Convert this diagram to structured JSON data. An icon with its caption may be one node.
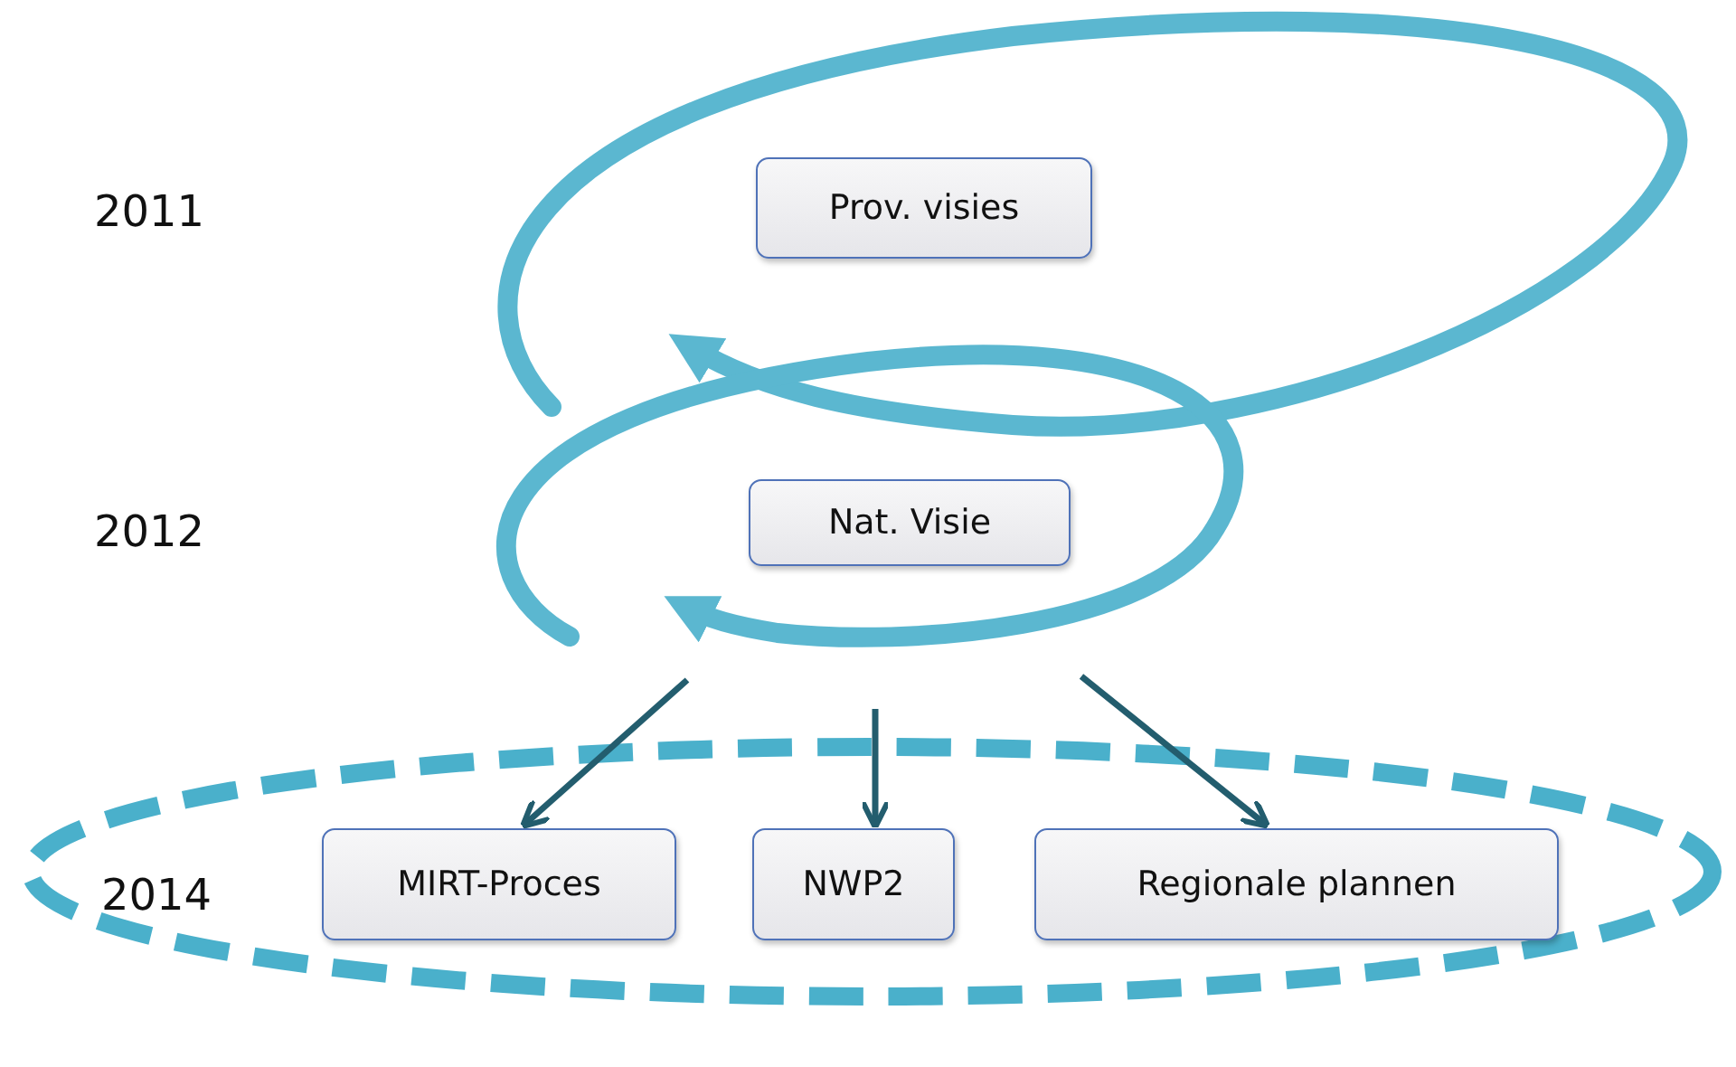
{
  "diagram": {
    "nodes": [
      {
        "text": [
          "Prov. visies"
        ]
      },
      {
        "text": [
          "Nat. Visie"
        ]
      },
      {
        "text": [],
        "shape": "ellipse"
      },
      {
        "text": [
          "MIRT-Proces"
        ],
        "in": 2
      },
      {
        "text": [
          "NWP2"
        ],
        "in": 2
      },
      {
        "text": [
          "Regionale plannen"
        ],
        "in": 2
      }
    ],
    "edges": [
      {
        "from": null,
        "to": 3,
        "arrow": "to"
      },
      {
        "from": null,
        "to": 4,
        "arrow": "to"
      },
      {
        "from": null,
        "to": 5,
        "arrow": "to"
      }
    ],
    "labels": [
      "2011",
      "2012",
      "2014"
    ]
  }
}
